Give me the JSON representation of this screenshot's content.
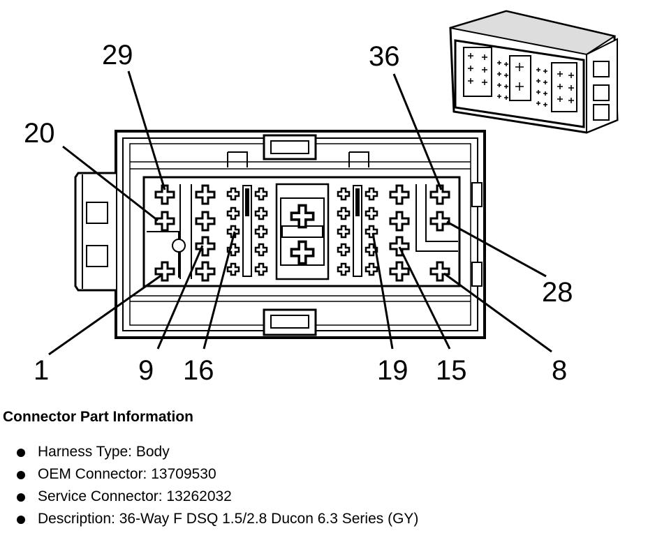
{
  "diagram": {
    "callouts": [
      {
        "id": "pin-29",
        "label": "29"
      },
      {
        "id": "pin-36",
        "label": "36"
      },
      {
        "id": "pin-20",
        "label": "20"
      },
      {
        "id": "pin-28",
        "label": "28"
      },
      {
        "id": "pin-1",
        "label": "1"
      },
      {
        "id": "pin-9",
        "label": "9"
      },
      {
        "id": "pin-16",
        "label": "16"
      },
      {
        "id": "pin-19",
        "label": "19"
      },
      {
        "id": "pin-15",
        "label": "15"
      },
      {
        "id": "pin-8",
        "label": "8"
      }
    ]
  },
  "info": {
    "title": "Connector Part Information",
    "items": [
      "Harness Type: Body",
      "OEM Connector: 13709530",
      "Service Connector: 13262032",
      "Description: 36-Way F DSQ 1.5/2.8 Ducon 6.3 Series (GY)"
    ]
  }
}
